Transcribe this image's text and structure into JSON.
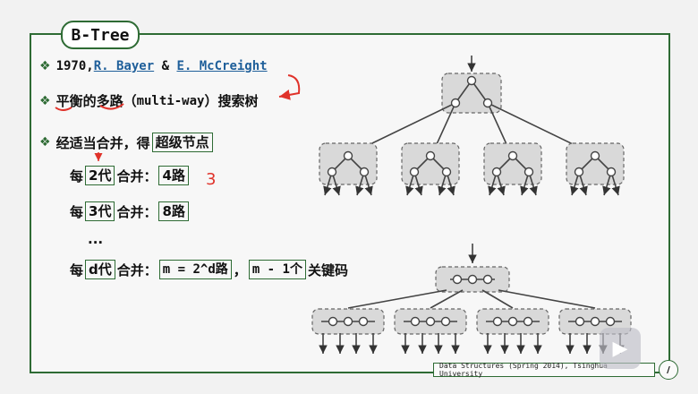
{
  "slide": {
    "title": "B-Tree",
    "bullet1": {
      "prefix": "1970, ",
      "author1": "R. Bayer",
      "amp": " & ",
      "author2": "E. McCreight"
    },
    "bullet2": {
      "pre": "平衡的多路（",
      "mono": "multi-way",
      "post": "）搜索树"
    },
    "bullet3": {
      "pre": "经适当合并，得",
      "boxed": "超级节点"
    },
    "row1": {
      "a": "每",
      "gen": "2代",
      "b": "合并：",
      "ways": "4路"
    },
    "row2": {
      "a": "每",
      "gen": "3代",
      "b": "合并：",
      "ways": "8路"
    },
    "dots": "...",
    "row3": {
      "a": "每",
      "gen": "d代",
      "b": "合并：",
      "ways": "m = 2^d路",
      "sep": "，",
      "keys": "m - 1个",
      "tail": "关键码"
    },
    "handwritten_note": "3",
    "footer": "Data Structures (Spring 2014), Tsinghua University",
    "page": "/"
  },
  "colors": {
    "green": "#2e6b34",
    "red": "#e0322a",
    "node_fill": "#d9d9d9"
  },
  "icons": [
    "diamond-bullet-icon",
    "play-logo-icon"
  ]
}
